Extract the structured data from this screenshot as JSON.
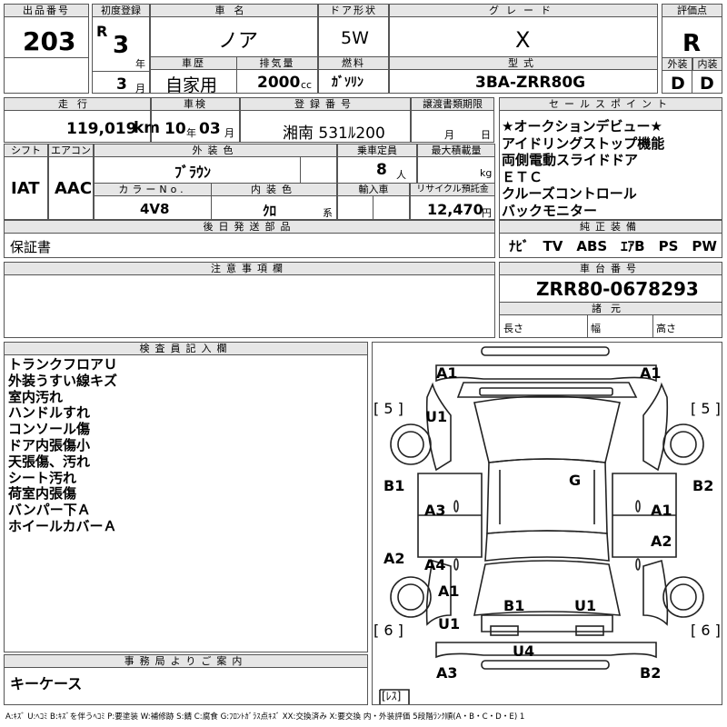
{
  "header": {
    "lot_label": "出品番号",
    "lot_value": "203",
    "first_reg_label": "初度登録",
    "era": "R",
    "first_reg_year": "3",
    "year_unit": "年",
    "first_reg_month": "3",
    "month_unit": "月",
    "car_name_label": "車名",
    "car_name": "ノア",
    "history_label": "車歴",
    "history": "自家用",
    "displacement_label": "排気量",
    "displacement": "2000",
    "cc_unit": "cc",
    "door_label": "ドア形状",
    "door": "5W",
    "fuel_label": "燃料",
    "fuel": "ｶﾞｿﾘﾝ",
    "grade_label": "グレード",
    "grade": "X",
    "model_label": "型式",
    "model": "3BA-ZRR80G",
    "score_label": "評価点",
    "score": "R",
    "ext_label": "外装",
    "ext": "D",
    "int_label": "内装",
    "int": "D"
  },
  "row2": {
    "mileage_label": "走行",
    "mileage": "119,019",
    "km_unit": "km",
    "inspection_label": "車検",
    "insp_year": "10",
    "insp_month": "03",
    "plate_label": "登録番号",
    "plate": "湘南 531ﾙ200",
    "transfer_label": "譲渡書類期限",
    "transfer_month": "月",
    "transfer_day": "日"
  },
  "row3": {
    "shift_label": "シフト",
    "shift": "IAT",
    "ac_label": "エアコン",
    "ac": "AAC",
    "color_label": "外装色",
    "color": "ﾌﾞﾗｳﾝ",
    "capacity_label": "乗車定員",
    "capacity": "8",
    "capacity_unit": "人",
    "load_label": "最大積載量",
    "load_unit": "kg",
    "color_no_label": "カラーNo.",
    "color_no": "4V8",
    "interior_color_label": "内装色",
    "interior_color": "ｸﾛ",
    "interior_suffix": "系",
    "import_label": "輸入車",
    "recycle_label": "リサイクル預託金",
    "recycle": "12,470",
    "yen_unit": "円"
  },
  "later_parts": {
    "label": "後日発送部品",
    "value": "保証書"
  },
  "notes": {
    "label": "注意事項欄"
  },
  "sales_points": {
    "label": "セールスポイント",
    "items": [
      "★オークションデビュー★",
      "アイドリングストップ機能",
      "両側電動スライドドア",
      "ＥＴＣ",
      "クルーズコントロール",
      "バックモニター"
    ]
  },
  "equipment": {
    "label": "純正装備",
    "value": "ﾅﾋﾞ　TV　ABS　ｴｱB　PS　PW"
  },
  "chassis": {
    "label": "車台番号",
    "value": "ZRR80-0678293"
  },
  "specs": {
    "label": "諸元",
    "length": "長さ",
    "width": "幅",
    "height": "高さ"
  },
  "inspector": {
    "label": "検査員記入欄",
    "items": [
      "トランクフロアＵ",
      "外装うすい線キズ",
      "室内汚れ",
      "ハンドルすれ",
      "コンソール傷",
      "ドア内張傷小",
      "天張傷、汚れ",
      "シート汚れ",
      "荷室内張傷",
      "バンパー下Ａ",
      "ホイールカバーＡ"
    ]
  },
  "office": {
    "label": "事務局よりご案内",
    "value": "キーケース"
  },
  "diagram": {
    "marks": [
      "A1",
      "A1",
      "U1",
      "[ 5 ]",
      "[ 5 ]",
      "B1",
      "B2",
      "G",
      "A3",
      "A1",
      "A2",
      "A2",
      "A4",
      "A1",
      "B1",
      "U1",
      "U1",
      "[ 6 ]",
      "[ 6 ]",
      "U4",
      "A3",
      "B2",
      "[ﾚｽ]"
    ]
  },
  "legend": "A:ｷｽﾞ U:ﾍｺﾐ B:ｷｽﾞを伴うﾍｺﾐ P:要塗装 W:補修跡 S:錆 C:腐食 G:ﾌﾛﾝﾄｶﾞﾗｽ点ｷｽﾞ XX:交換済み X:要交換 内・外装評価 5段階ﾗﾝｸ順(A・B・C・D・E) 1"
}
